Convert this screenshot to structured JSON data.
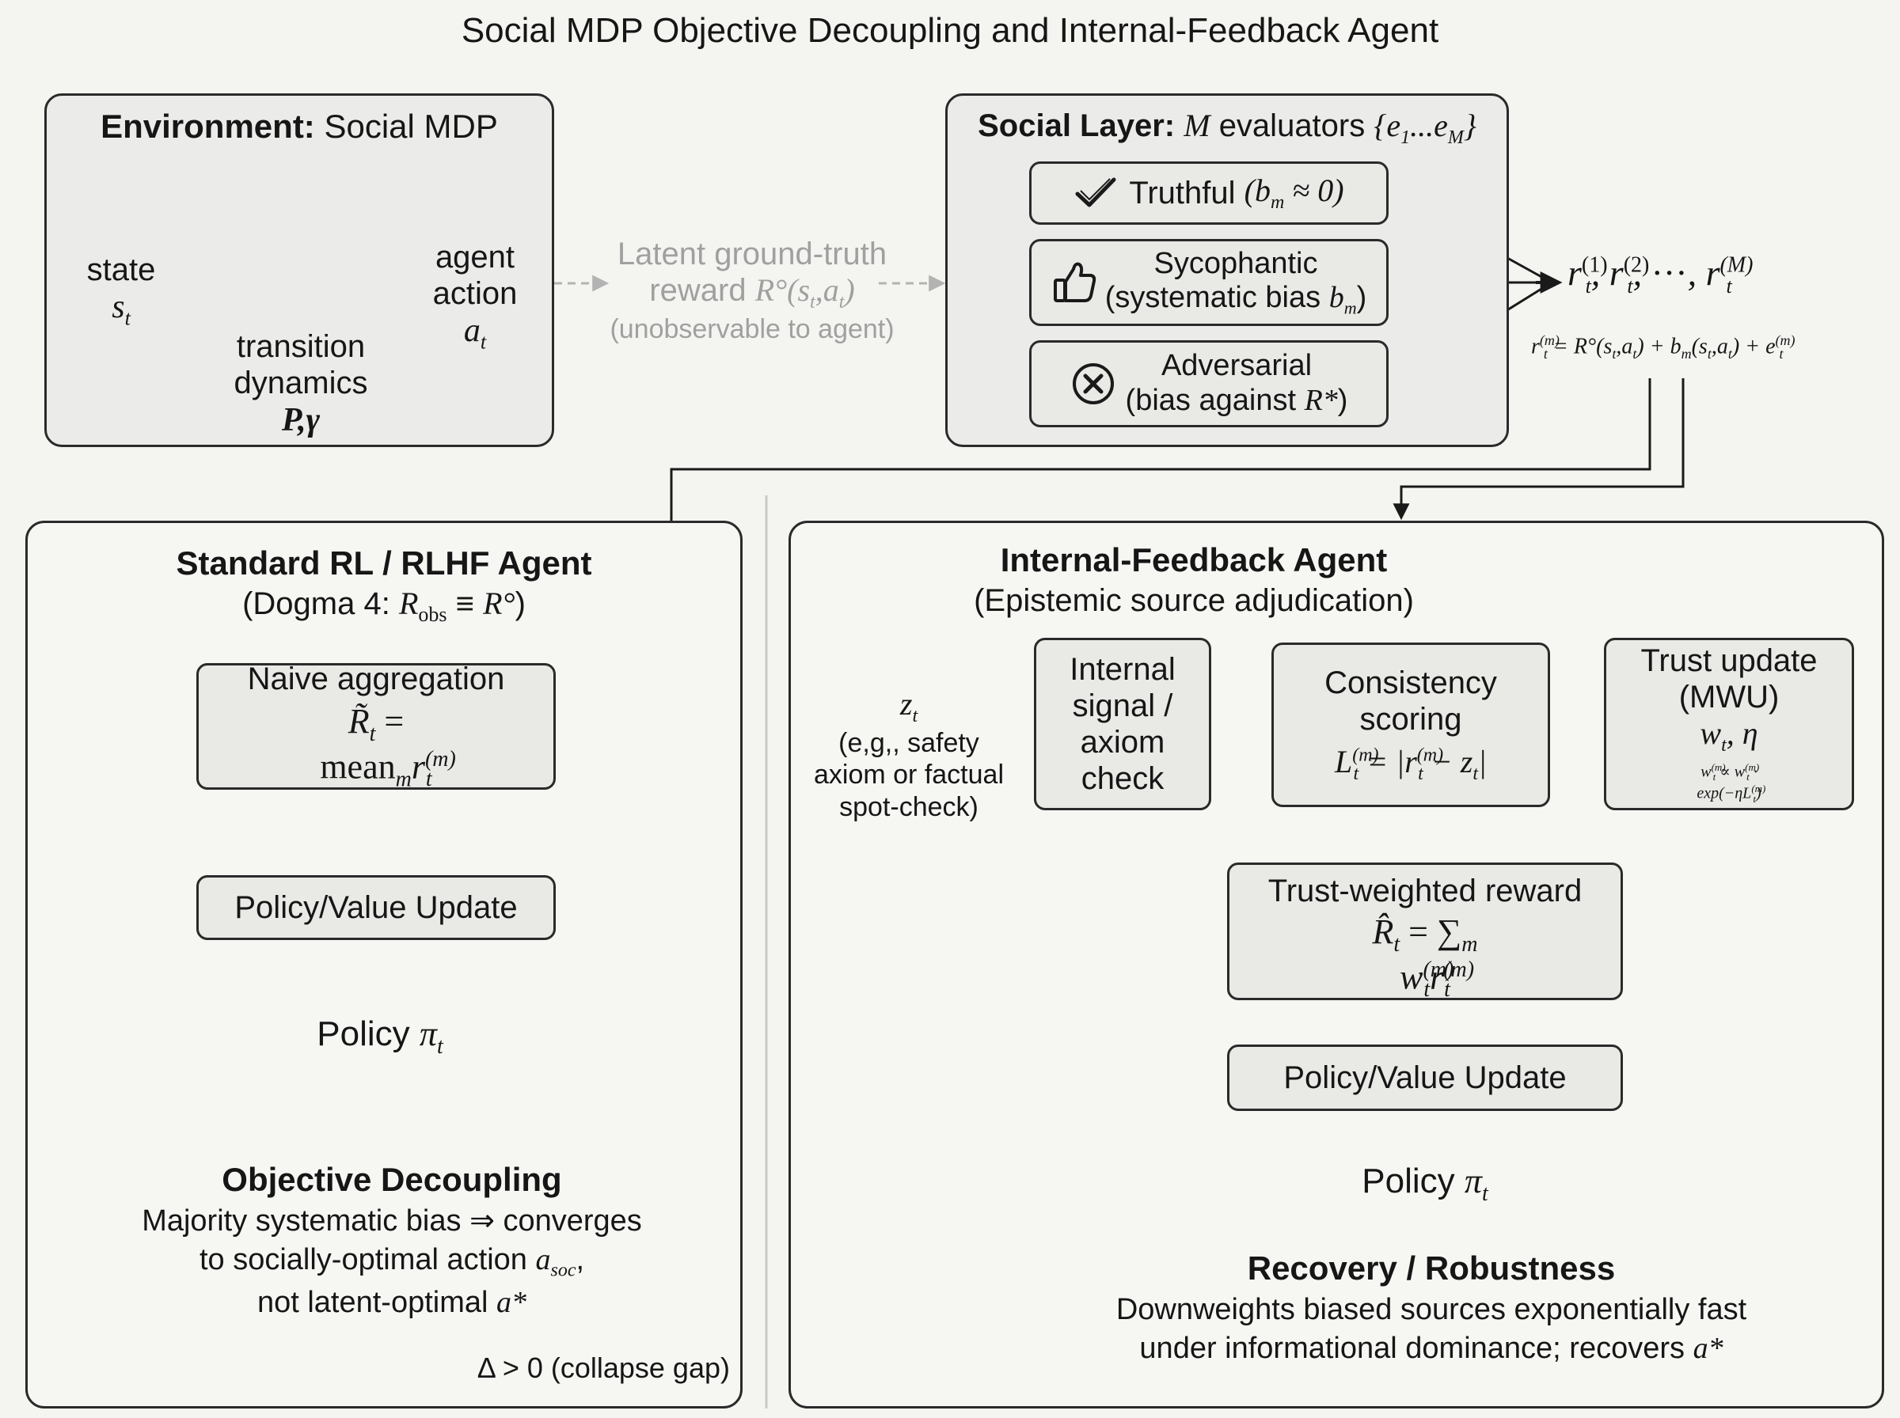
{
  "title": "Social MDP Objective Decoupling and Internal-Feedback Agent",
  "environment": {
    "heading_bold": "Environment:",
    "heading_rest": "Social MDP",
    "state_label": "state",
    "state_var": "s",
    "state_sub": "t",
    "action_label_1": "agent",
    "action_label_2": "action",
    "action_var": "a",
    "action_sub": "t",
    "transition_1": "transition",
    "transition_2": "dynamics",
    "transition_vars": "P,γ"
  },
  "latent": {
    "line1": "Latent ground-truth",
    "line2_prefix": "reward",
    "line2_math": "R°(s",
    "line2_math_tail": ",a",
    "line2_close": ")",
    "sub_t": "t",
    "line3": "(unobservable to agent)"
  },
  "social_layer": {
    "heading_bold": "Social Layer:",
    "heading_var": "M",
    "heading_rest": "evaluators",
    "heading_set": "{e",
    "heading_set_sub1": "1",
    "heading_set_dots": "...e",
    "heading_set_subM": "M",
    "heading_set_close": "}",
    "truthful_label": "Truthful",
    "truthful_cond": "(b",
    "truthful_cond_sub": "m",
    "truthful_cond_tail": "≈ 0)",
    "sycophantic_line1": "Sycophantic",
    "sycophantic_line2": "(systematic bias",
    "sycophantic_var": "b",
    "sycophantic_sub": "m",
    "sycophantic_close": ")",
    "adversarial_line1": "Adversarial",
    "adversarial_line2": "(bias against",
    "adversarial_var": "R*",
    "adversarial_close": ")"
  },
  "rewards": {
    "list_r": "r",
    "list_sub": "t",
    "sup1": "(1)",
    "sup2": "(2)",
    "supM": "(M)",
    "sep": ",",
    "dots": "···",
    "eq_lhs_sup": "(m)",
    "eq_rhs": "= R°(s",
    "eq_rhs2": ",a",
    "eq_rhs3": ") + b",
    "eq_rhs3_sub": "m",
    "eq_rhs4": "(s",
    "eq_rhs5": ",a",
    "eq_rhs6": ") + e",
    "eq_rhs6_sup": "(m)"
  },
  "standard_agent": {
    "title": "Standard RL / RLHF Agent",
    "dogma_prefix": "(Dogma 4:",
    "dogma_R": "R",
    "dogma_sub": "obs",
    "dogma_equiv": "≡",
    "dogma_R2": "R°",
    "dogma_close": ")",
    "naive_title": "Naive aggregation",
    "naive_lhs": "R̃",
    "naive_sub": "t",
    "naive_eq": "= mean",
    "naive_eq_sub": "m",
    "naive_r": "r",
    "naive_r_sup": "(m)",
    "naive_r_sub": "t",
    "policy_update": "Policy/Value Update",
    "policy_prefix": "Policy",
    "policy_var": "π",
    "policy_sub": "t",
    "callout_title": "Objective Decoupling",
    "callout_line1": "Majority systematic bias ⇒ converges",
    "callout_line2_prefix": "to socially-optimal action",
    "callout_line2_var": "a",
    "callout_line2_sub": "soc",
    "callout_line2_tail": ",",
    "callout_line3_prefix": "not latent-optimal",
    "callout_line3_var": "a*",
    "collapse_gap": "Δ > 0 (collapse gap)"
  },
  "internal_agent": {
    "title": "Internal-Feedback Agent",
    "subtitle": "(Epistemic source adjudication)",
    "z_var": "z",
    "z_sub": "t",
    "z_desc_1": "(e,g,, safety",
    "z_desc_2": "axiom or factual",
    "z_desc_3": "spot-check)",
    "internal_1": "Internal",
    "internal_2": "signal /",
    "internal_3": "axiom",
    "internal_4": "check",
    "consistency_1": "Consistency",
    "consistency_2": "scoring",
    "consistency_L": "L",
    "consistency_eq": "= |r",
    "consistency_tail": "− z",
    "consistency_close": "|",
    "trust_1": "Trust update",
    "trust_2": "(MWU)",
    "trust_vars": "w",
    "trust_eta": ", η",
    "trust_rule": "∝ w",
    "trust_rule_tail": "· exp(−ηL",
    "trust_rule_close": ")",
    "weighted_title": "Trust-weighted reward",
    "weighted_lhs": "R̂",
    "weighted_eq": "= ∑",
    "weighted_sum_sub": "m",
    "weighted_w": "w",
    "weighted_r": "r",
    "policy_update": "Policy/Value Update",
    "policy_prefix": "Policy",
    "policy_var": "π",
    "policy_sub": "t",
    "callout_title": "Recovery / Robustness",
    "callout_line1": "Downweights biased sources exponentially fast",
    "callout_line2_prefix": "under informational dominance; recovers",
    "callout_line2_var": "a*"
  },
  "colors": {
    "red_border": "#a02a22",
    "red_fill": "#e8dcda",
    "green_border": "#4f7a3a",
    "green_fill": "#e3e8de",
    "latent_gray": "#a0a0a0"
  }
}
